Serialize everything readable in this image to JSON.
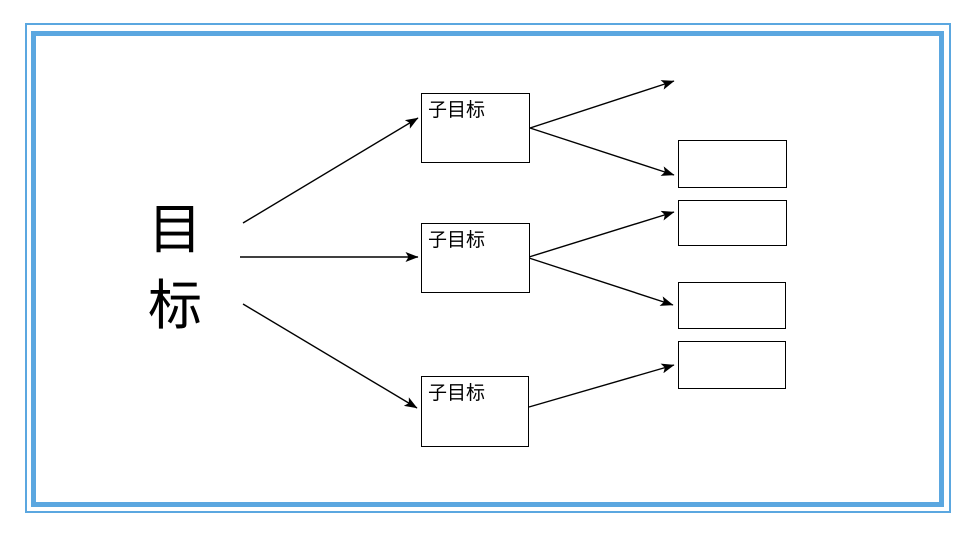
{
  "diagram": {
    "type": "tree",
    "root": {
      "label": "目标"
    },
    "subgoals": [
      {
        "label": "子目标"
      },
      {
        "label": "子目标"
      },
      {
        "label": "子目标"
      }
    ],
    "leaves": [
      {
        "label": ""
      },
      {
        "label": ""
      },
      {
        "label": ""
      },
      {
        "label": ""
      }
    ],
    "edges": [
      {
        "from": "goal",
        "to": "subgoal-1",
        "arrowhead": "end"
      },
      {
        "from": "goal",
        "to": "subgoal-2",
        "arrowhead": "end"
      },
      {
        "from": "goal",
        "to": "subgoal-3",
        "arrowhead": "end"
      },
      {
        "from": "subgoal-1",
        "to": "open-end",
        "arrowhead": "end"
      },
      {
        "from": "subgoal-1",
        "to": "leaf-1",
        "arrowhead": "end"
      },
      {
        "from": "subgoal-2",
        "to": "leaf-2",
        "arrowhead": "end"
      },
      {
        "from": "subgoal-2",
        "to": "leaf-3",
        "arrowhead": "end"
      },
      {
        "from": "subgoal-3",
        "to": "leaf-4",
        "arrowhead": "end"
      }
    ],
    "colors": {
      "frame_blue": "#5BA7E0",
      "connector": "#000000",
      "box_border": "#000000",
      "box_fill": "#FFFFFF",
      "background": "#FFFFFF"
    }
  }
}
